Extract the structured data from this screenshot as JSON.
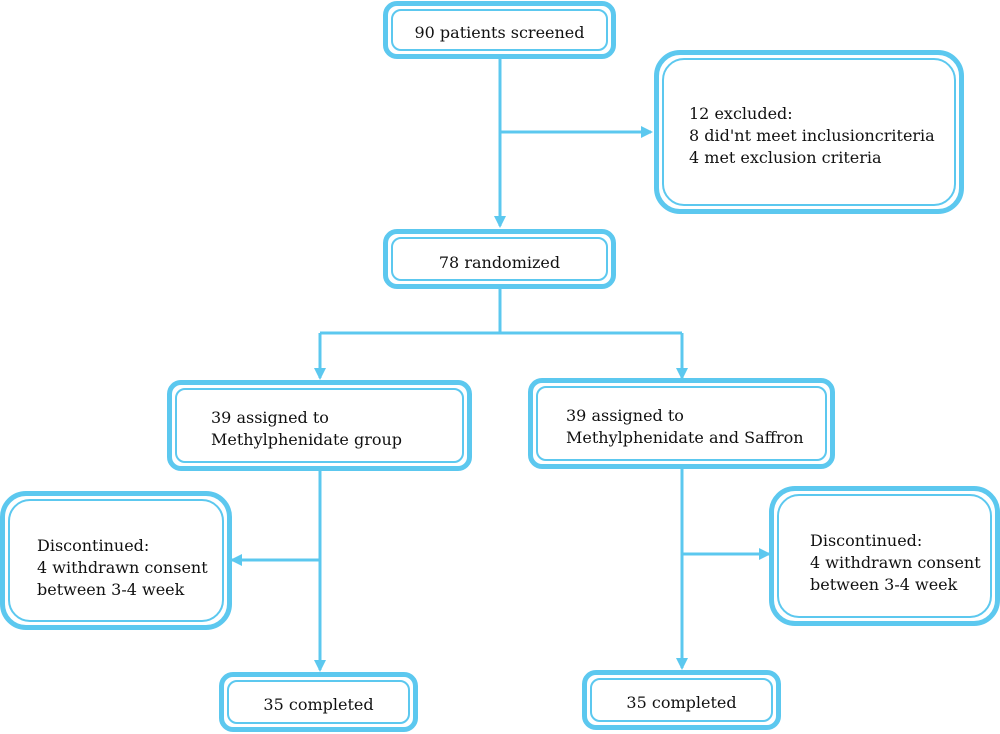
{
  "colors": {
    "accent": "#5cc8ef",
    "text": "#111111",
    "background": "#ffffff"
  },
  "boxes": {
    "screened": {
      "text": "90 patients screened"
    },
    "excluded": {
      "line1": "12 excluded:",
      "line2": "8 did'nt meet inclusioncriteria",
      "line3": "4 met exclusion criteria"
    },
    "randomized": {
      "text": "78 randomized"
    },
    "group_left": {
      "line1": "39 assigned to",
      "line2": "Methylphenidate group"
    },
    "group_right": {
      "line1": "39 assigned to",
      "line2": "Methylphenidate and Saffron"
    },
    "discontinued_left": {
      "line1": "Discontinued:",
      "line2": "4 withdrawn consent",
      "line3": "between 3-4 week"
    },
    "discontinued_right": {
      "line1": "Discontinued:",
      "line2": "4 withdrawn consent",
      "line3": "between 3-4 week"
    },
    "completed_left": {
      "text": "35 completed"
    },
    "completed_right": {
      "text": "35 completed"
    }
  }
}
